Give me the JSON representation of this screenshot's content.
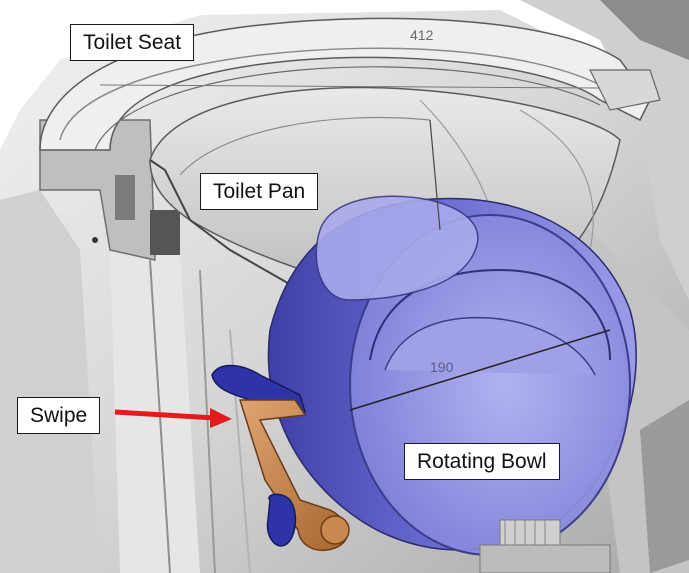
{
  "labels": {
    "toilet_seat": "Toilet Seat",
    "toilet_pan": "Toilet Pan",
    "swipe": "Swipe",
    "rotating_bowl": "Rotating Bowl"
  },
  "dimensions": {
    "seat_width": "412",
    "bowl_diameter": "190"
  },
  "colors": {
    "background": "#ffffff",
    "housing": "#d9d9d9",
    "bowl": "#6f70c9",
    "swipe_arm": "#c8874f",
    "swipe_blade": "#2e34a8",
    "arrow": "#e21b1b"
  }
}
